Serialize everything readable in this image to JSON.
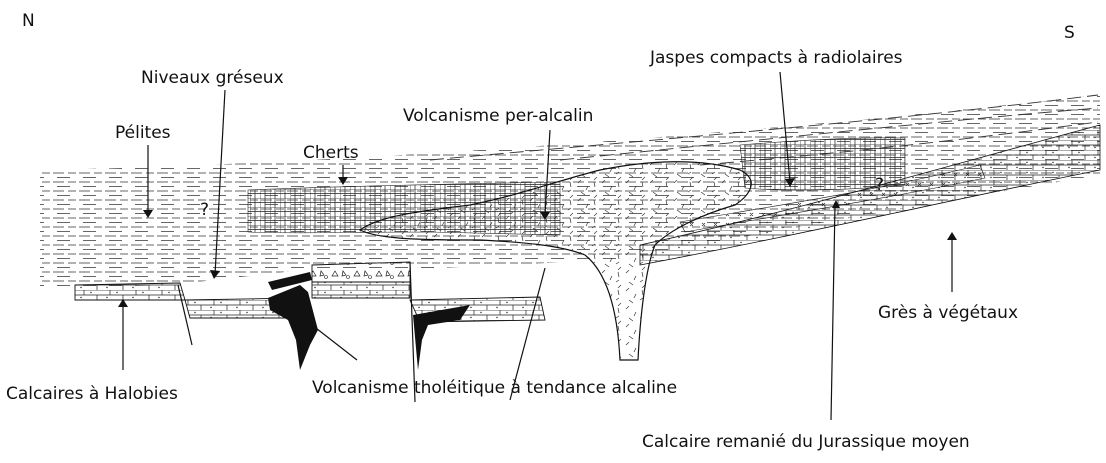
{
  "orientation": {
    "north": "N",
    "south": "S"
  },
  "labels": {
    "pelites": "Pélites",
    "niveaux_greseux": "Niveaux gréseux",
    "cherts": "Cherts",
    "volcanisme_per_alcalin": "Volcanisme per-alcalin",
    "jaspes": "Jaspes compacts à radiolaires",
    "gres_vegetaux": "Grès à végétaux",
    "calcaires_halobies": "Calcaires à Halobies",
    "volcanisme_tholeiitique": "Volcanisme tholéitique à tendance alcaline",
    "calcaire_remanie": "Calcaire remanié du Jurassique moyen"
  },
  "unknowns": {
    "q1": "?",
    "q2": "?"
  },
  "colors": {
    "ink": "#111111",
    "background": "#ffffff"
  }
}
